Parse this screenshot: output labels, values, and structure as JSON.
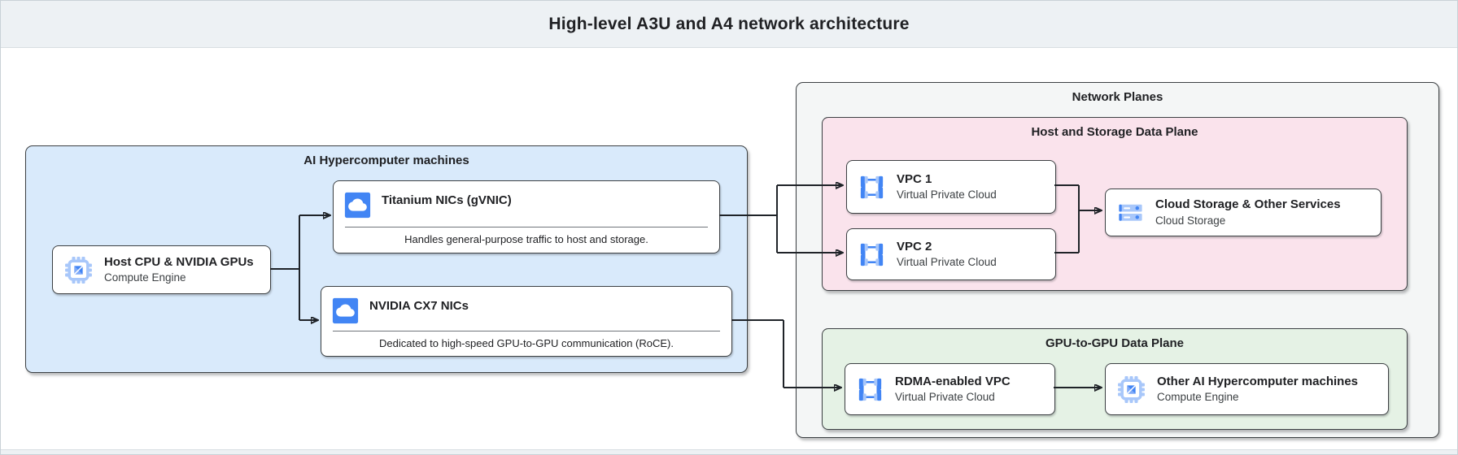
{
  "header": {
    "title": "High-level A3U and A4 network architecture"
  },
  "diagram": {
    "ai_machines": {
      "label": "AI Hypercomputer machines",
      "nodes": {
        "host": {
          "title": "Host CPU & NVIDIA GPUs",
          "subtitle": "Compute Engine",
          "icon": "compute-engine-icon"
        },
        "titanium": {
          "title": "Titanium NICs (gVNIC)",
          "description": "Handles general-purpose traffic to host and storage.",
          "icon": "cloud-nic-icon"
        },
        "cx7": {
          "title": "NVIDIA CX7 NICs",
          "description": "Dedicated to high-speed GPU-to-GPU communication (RoCE).",
          "icon": "cloud-nic-icon"
        }
      }
    },
    "network_planes": {
      "label": "Network Planes",
      "host_storage_plane": {
        "label": "Host and Storage Data Plane",
        "nodes": {
          "vpc1": {
            "title": "VPC 1",
            "subtitle": "Virtual Private Cloud",
            "icon": "vpc-icon"
          },
          "vpc2": {
            "title": "VPC 2",
            "subtitle": "Virtual Private Cloud",
            "icon": "vpc-icon"
          },
          "cloud_storage": {
            "title": "Cloud Storage & Other Services",
            "subtitle": "Cloud Storage",
            "icon": "cloud-storage-icon"
          }
        }
      },
      "gpu_plane": {
        "label": "GPU-to-GPU Data Plane",
        "nodes": {
          "rdma_vpc": {
            "title": "RDMA-enabled VPC",
            "subtitle": "Virtual Private Cloud",
            "icon": "vpc-icon"
          },
          "other_machines": {
            "title": "Other AI Hypercomputer machines",
            "subtitle": "Compute Engine",
            "icon": "compute-engine-icon"
          }
        }
      }
    }
  },
  "colors": {
    "header_bg": "#edf1f4",
    "machines_bg": "#d9eafb",
    "planes_bg": "#f4f6f6",
    "host_storage_bg": "#fae3ec",
    "gpu_plane_bg": "#e5f2e5",
    "icon_blue": "#4285f4",
    "icon_light_blue": "#a8c7fa",
    "connector": "#1f2328"
  }
}
